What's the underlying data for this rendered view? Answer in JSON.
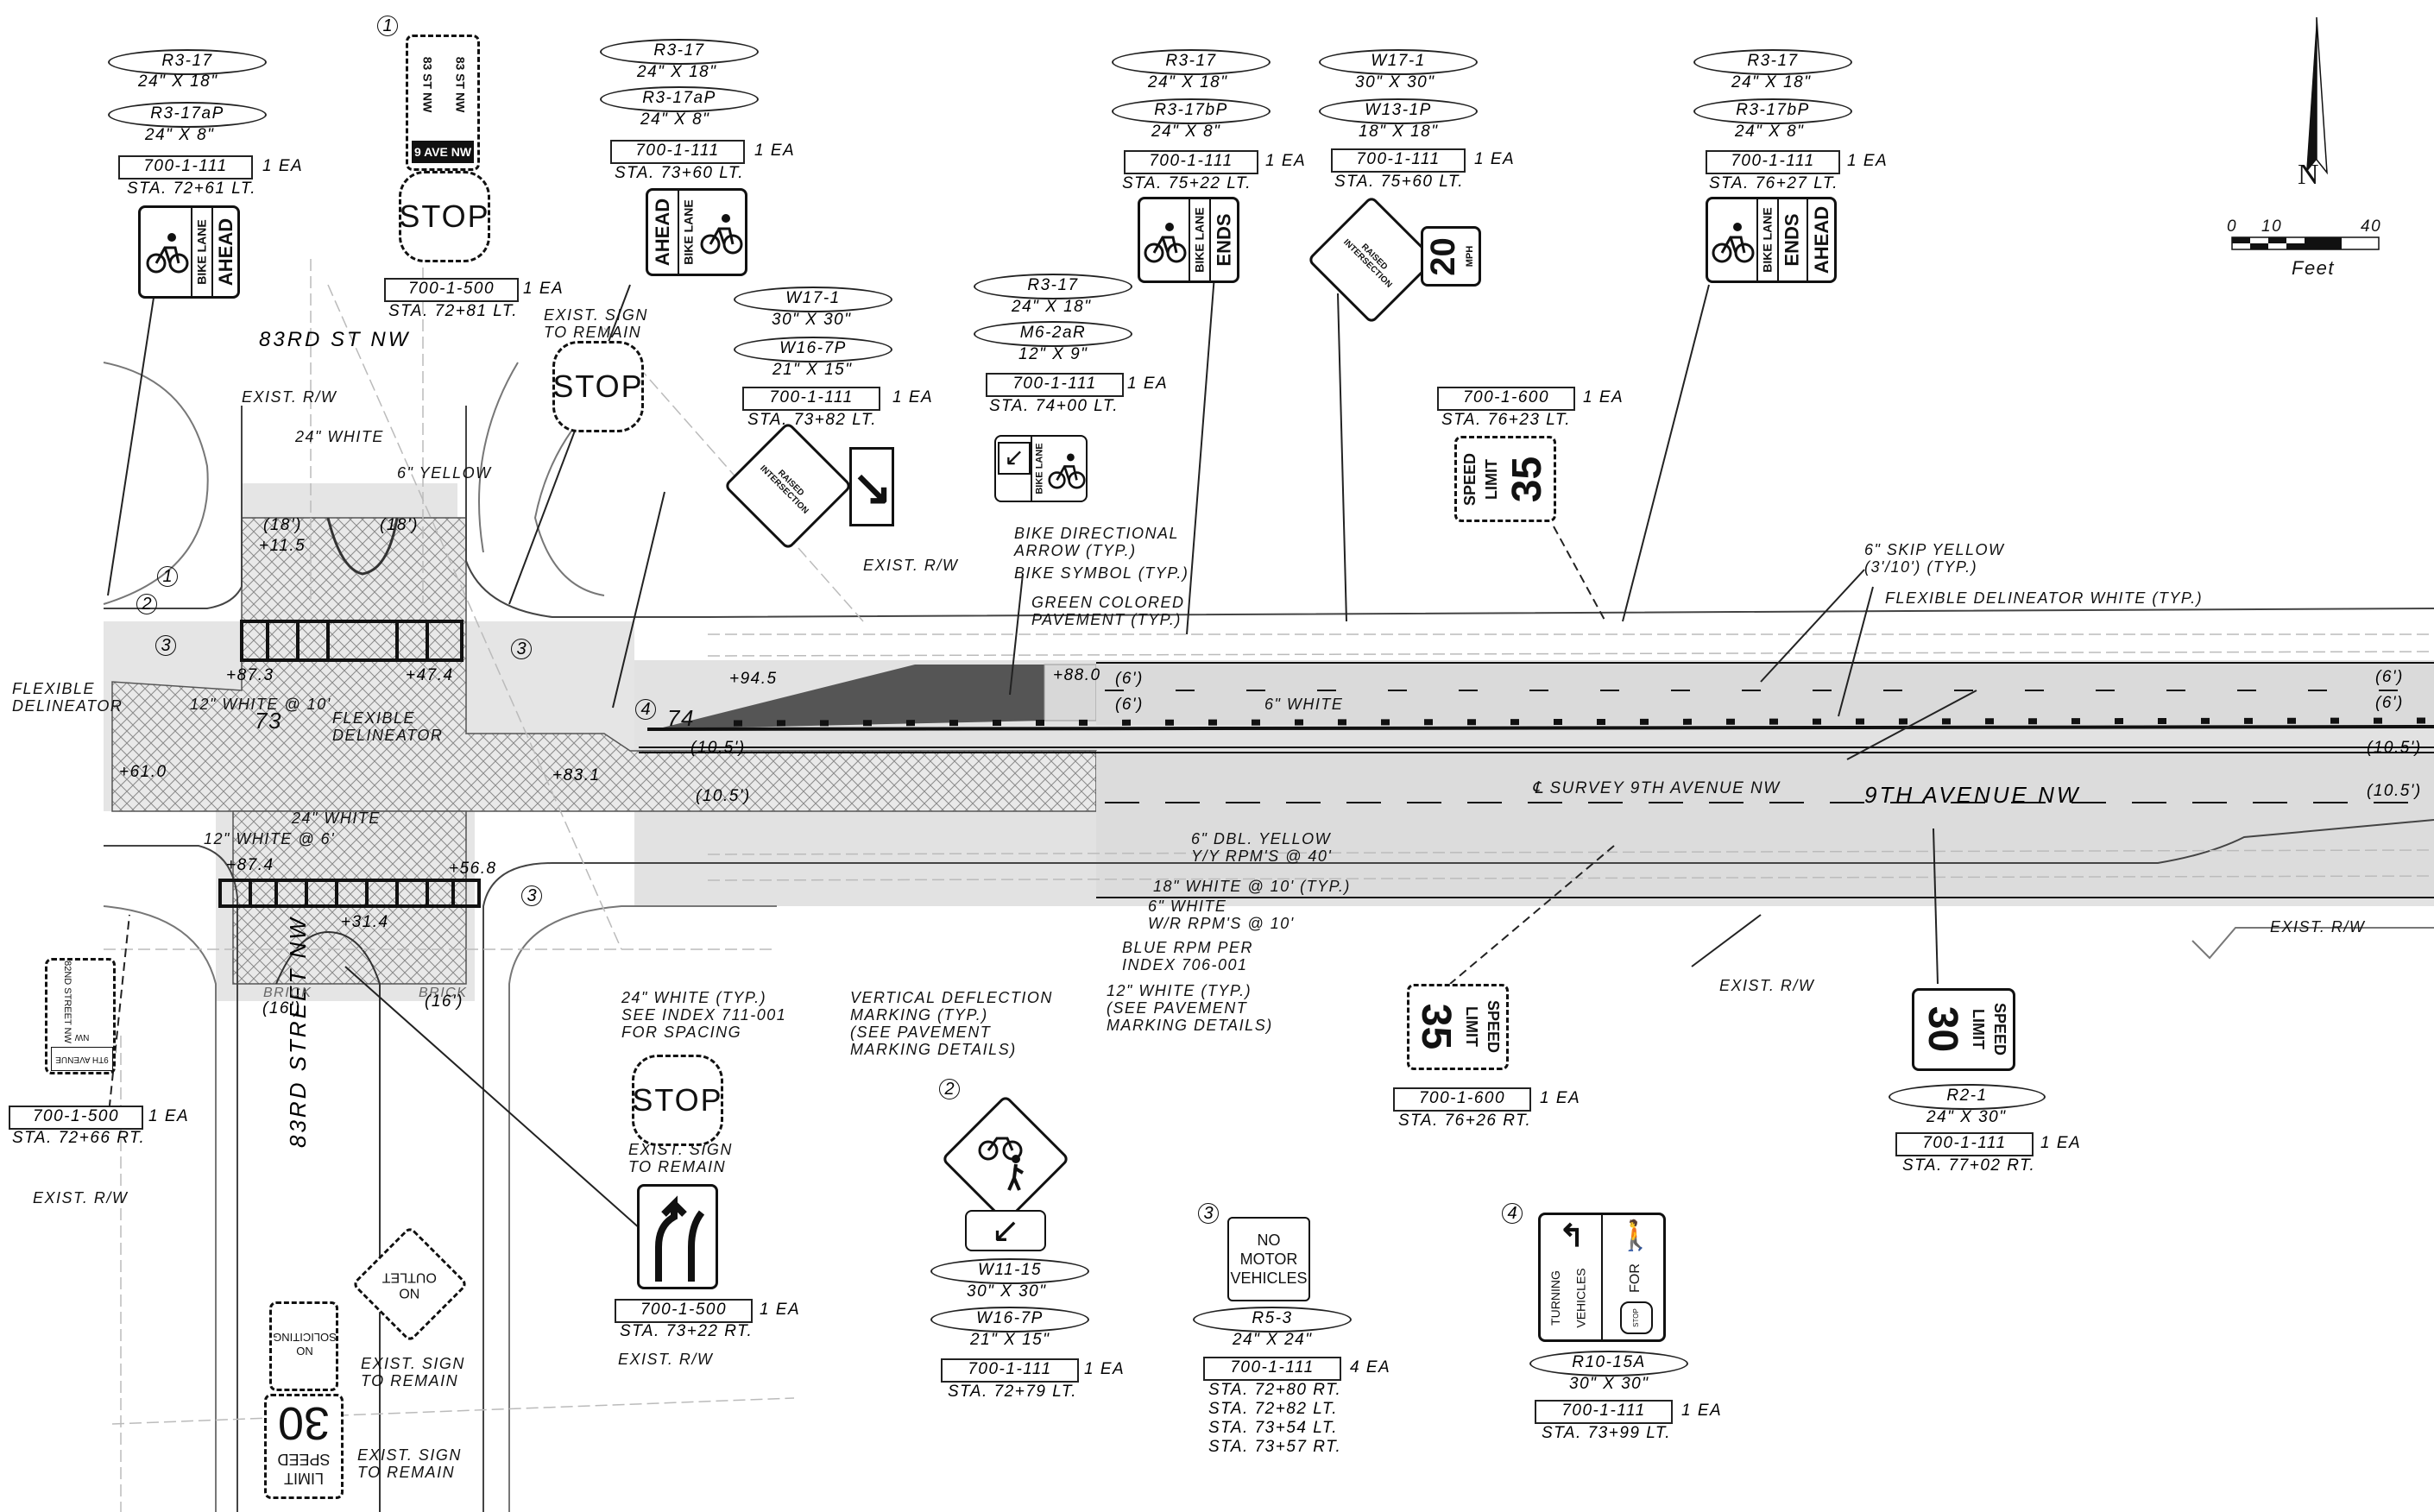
{
  "labels": {
    "street_83rd_top": "83RD ST NW",
    "street_83rd_vertical": "83RD STREET NW",
    "ave_9th": "9TH AVENUE NW",
    "survey_line": "℄ SURVEY 9TH AVENUE NW",
    "brick1": "BRICK",
    "brick2": "BRICK",
    "north": "N",
    "scale_0": "0",
    "scale_10": "10",
    "scale_40": "40",
    "scale_unit": "Feet",
    "sta_73": "73",
    "sta_74": "74"
  },
  "notes": {
    "exist_rw_1": "EXIST. R/W",
    "exist_rw_2": "EXIST. R/W",
    "exist_rw_3": "EXIST. R/W",
    "exist_rw_4": "EXIST. R/W",
    "exist_rw_5": "EXIST. R/W",
    "exist_rw_6": "EXIST. R/W",
    "white24": "24\" WHITE",
    "yellow6": "6\" YELLOW",
    "flex_left_1": "FLEXIBLE",
    "flex_left_2": "DELINEATOR",
    "flex_mid_1": "FLEXIBLE",
    "flex_mid_2": "DELINEATOR",
    "white12_10": "12\" WHITE @ 10'",
    "white24_b": "24\" WHITE",
    "white12_6": "12\" WHITE @ 6'",
    "bike_arrow_1": "BIKE DIRECTIONAL",
    "bike_arrow_2": "ARROW (TYP.)",
    "bike_symbol": "BIKE SYMBOL (TYP.)",
    "green_1": "GREEN COLORED",
    "green_2": "PAVEMENT (TYP.)",
    "skip_yellow_1": "6\" SKIP YELLOW",
    "skip_yellow_2": "(3'/10') (TYP.)",
    "flex_white": "FLEXIBLE DELINEATOR WHITE (TYP.)",
    "white6": "6\" WHITE",
    "dbl_yellow_1": "6\" DBL. YELLOW",
    "dbl_yellow_2": "Y/Y RPM'S @ 40'",
    "white18": "18\" WHITE @ 10' (TYP.)",
    "white6_b1": "6\" WHITE",
    "white6_b2": "W/R RPM'S @ 10'",
    "blue_rpm_1": "BLUE RPM PER",
    "blue_rpm_2": "INDEX 706-001",
    "white12_typ_1": "12\" WHITE (TYP.)",
    "white12_typ_2": "(SEE PAVEMENT",
    "white12_typ_3": "MARKING DETAILS)",
    "vert_defl_1": "VERTICAL DEFLECTION",
    "vert_defl_2": "MARKING (TYP.)",
    "vert_defl_3": "(SEE PAVEMENT",
    "vert_defl_4": "MARKING DETAILS)",
    "white24_typ_1": "24\" WHITE (TYP.)",
    "white24_typ_2": "SEE INDEX 711-001",
    "white24_typ_3": "FOR SPACING",
    "exist_sign_1a": "EXIST. SIGN",
    "exist_sign_1b": "TO REMAIN",
    "exist_sign_2a": "EXIST. SIGN",
    "exist_sign_2b": "TO REMAIN",
    "exist_sign_3a": "EXIST. SIGN",
    "exist_sign_3b": "TO REMAIN",
    "exist_sign_4a": "EXIST. SIGN",
    "exist_sign_4b": "TO REMAIN"
  },
  "dims": {
    "d18a": "(18')",
    "d115": "+11.5",
    "d18b": "(18')",
    "d873": "+87.3",
    "d474": "+47.4",
    "d945": "+94.5",
    "d880": "+88.0",
    "d610": "+61.0",
    "d831": "+83.1",
    "d874": "+87.4",
    "d568": "+56.8",
    "d314": "+31.4",
    "d16a": "(16')",
    "d16b": "(16')",
    "d6a": "(6')",
    "d6b": "(6')",
    "d105a": "(10.5')",
    "d105b": "(10.5')",
    "d6r1": "(6')",
    "d6r2": "(6')",
    "d105r1": "(10.5')",
    "d105r2": "(10.5')"
  },
  "callouts": [
    {
      "ovals": [
        "R3-17",
        "R3-17aP"
      ],
      "sizes": [
        "24\" X 18\"",
        "24\" X 8\""
      ],
      "code": "700-1-111",
      "qty": "1 EA",
      "sta": [
        "STA. 72+61 LT."
      ]
    },
    {
      "ovals": [
        "R3-17",
        "R3-17aP"
      ],
      "sizes": [
        "24\" X 18\"",
        "24\" X 8\""
      ],
      "code": "700-1-111",
      "qty": "1 EA",
      "sta": [
        "STA. 73+60 LT."
      ]
    },
    {
      "ovals": [
        "W17-1",
        "W16-7P"
      ],
      "sizes": [
        "30\" X 30\"",
        "21\" X 15\""
      ],
      "code": "700-1-111",
      "qty": "1 EA",
      "sta": [
        "STA. 73+82 LT."
      ]
    },
    {
      "ovals": [
        "R3-17",
        "M6-2aR"
      ],
      "sizes": [
        "24\" X 18\"",
        "12\" X 9\""
      ],
      "code": "700-1-111",
      "qty": "1 EA",
      "sta": [
        "STA. 74+00 LT."
      ]
    },
    {
      "ovals": [
        "R3-17",
        "R3-17bP"
      ],
      "sizes": [
        "24\" X 18\"",
        "24\" X 8\""
      ],
      "code": "700-1-111",
      "qty": "1 EA",
      "sta": [
        "STA. 75+22 LT."
      ]
    },
    {
      "ovals": [
        "W17-1",
        "W13-1P"
      ],
      "sizes": [
        "30\" X 30\"",
        "18\" X 18\""
      ],
      "code": "700-1-111",
      "qty": "1 EA",
      "sta": [
        "STA. 75+60 LT."
      ]
    },
    {
      "ovals": [
        "R3-17",
        "R3-17bP"
      ],
      "sizes": [
        "24\" X 18\"",
        "24\" X 8\""
      ],
      "code": "700-1-111",
      "qty": "1 EA",
      "sta": [
        "STA. 76+27 LT."
      ]
    },
    {
      "ovals": [],
      "sizes": [],
      "code": "700-1-500",
      "qty": "1 EA",
      "sta": [
        "STA. 72+81 LT."
      ]
    },
    {
      "ovals": [],
      "sizes": [],
      "code": "700-1-600",
      "qty": "1 EA",
      "sta": [
        "STA. 76+23 LT."
      ]
    },
    {
      "ovals": [],
      "sizes": [],
      "code": "700-1-500",
      "qty": "1 EA",
      "sta": [
        "STA. 72+66 RT."
      ]
    },
    {
      "ovals": [],
      "sizes": [],
      "code": "700-1-500",
      "qty": "1 EA",
      "sta": [
        "STA. 73+22 RT."
      ]
    },
    {
      "ovals": [],
      "sizes": [],
      "code": "700-1-600",
      "qty": "1 EA",
      "sta": [
        "STA. 76+26 RT."
      ]
    },
    {
      "ovals": [
        "R2-1"
      ],
      "sizes": [
        "24\" X 30\""
      ],
      "code": "700-1-111",
      "qty": "1 EA",
      "sta": [
        "STA. 77+02 RT."
      ]
    },
    {
      "ovals": [
        "W11-15",
        "W16-7P"
      ],
      "sizes": [
        "30\" X 30\"",
        "21\" X 15\""
      ],
      "code": "700-1-111",
      "qty": "1 EA",
      "sta": [
        "STA. 72+79 LT."
      ]
    },
    {
      "ovals": [
        "R5-3"
      ],
      "sizes": [
        "24\" X 24\""
      ],
      "code": "700-1-111",
      "qty": "4 EA",
      "sta": [
        "STA. 72+80 RT.",
        "STA. 72+82 LT.",
        "STA. 73+54 LT.",
        "STA. 73+57 RT."
      ]
    },
    {
      "ovals": [
        "R10-15A"
      ],
      "sizes": [
        "30\" X 30\""
      ],
      "code": "700-1-111",
      "qty": "1 EA",
      "sta": [
        "STA. 73+99 LT."
      ]
    }
  ],
  "signs": {
    "bike_lane": "BIKE LANE",
    "ahead": "AHEAD",
    "ends": "ENDS",
    "stop": "STOP",
    "raised_1": "RAISED",
    "raised_2": "INTERSECTION",
    "speed_20": "20",
    "mph": "MPH",
    "speed": "SPEED",
    "limit": "LIMIT",
    "speed_35": "35",
    "speed_30": "30",
    "st_83_a": "83 ST NW",
    "st_83_b": "83 ST NW",
    "ave_9": "9 AVE NW",
    "no_motor_1": "NO",
    "no_motor_2": "MOTOR",
    "no_motor_3": "VEHICLES",
    "turning": "TURNING",
    "vehicles": "VEHICLES",
    "for": "FOR",
    "stop_small": "STOP",
    "no_outlet_1": "NO",
    "no_outlet_2": "OUTLET",
    "no_soliciting_1": "NO",
    "no_soliciting_2": "SOLICITING",
    "end_street": "82ND STREET NW",
    "ave_street": "9TH AVENUE NW"
  },
  "circles": [
    "1",
    "2",
    "3",
    "4",
    "1",
    "2",
    "3",
    "3",
    "3",
    "4"
  ]
}
